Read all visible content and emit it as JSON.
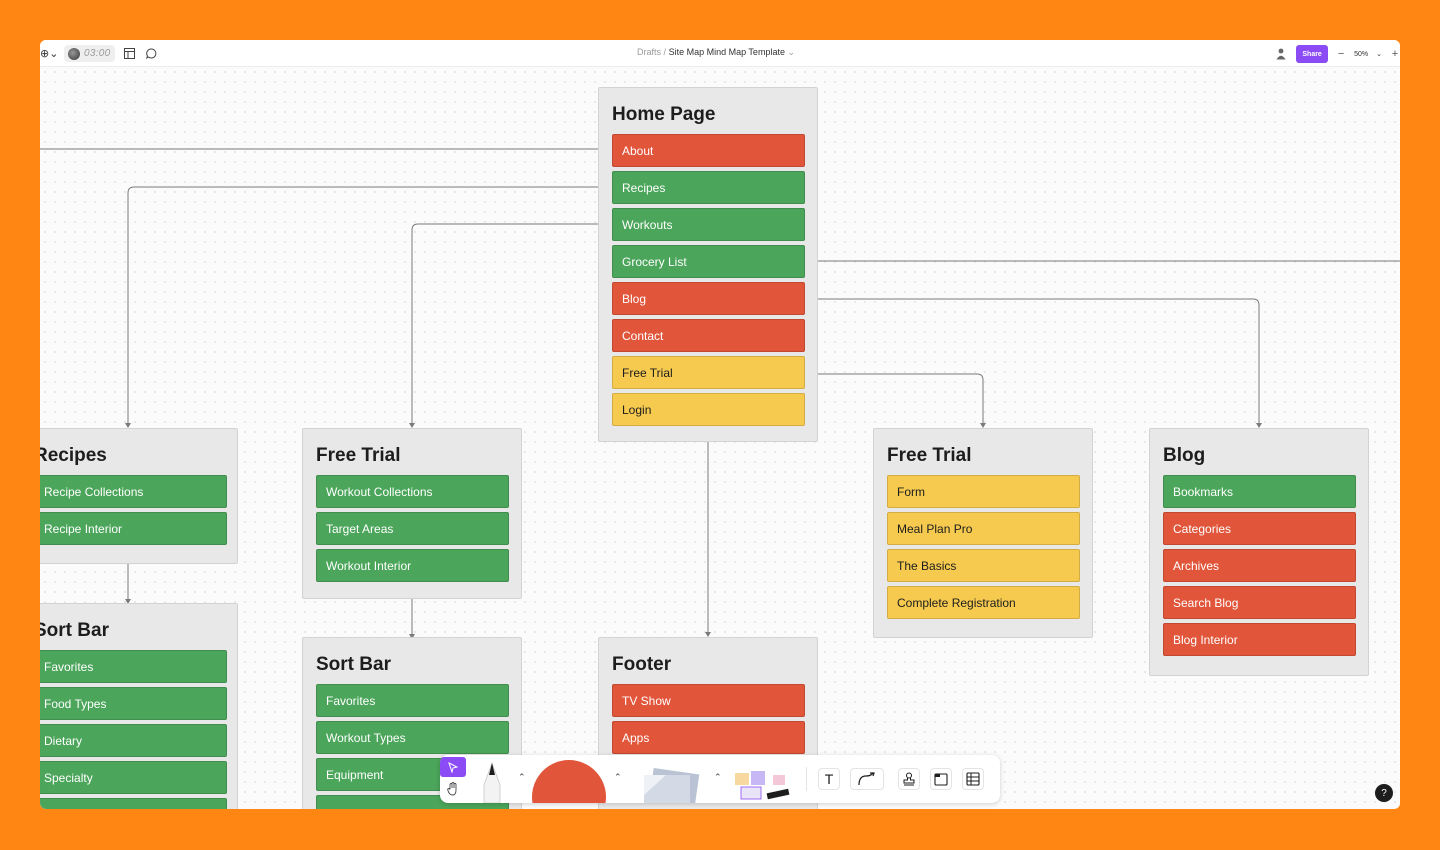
{
  "topbar": {
    "timer": "03:00",
    "breadcrumb_parent": "Drafts",
    "breadcrumb_sep": "/",
    "file_name": "Site Map Mind Map Template",
    "share_label": "Share",
    "zoom": "50%",
    "zoom_out": "−",
    "zoom_in": "+"
  },
  "cards": {
    "home": {
      "title": "Home Page",
      "items": [
        {
          "label": "About",
          "color": "red"
        },
        {
          "label": "Recipes",
          "color": "green"
        },
        {
          "label": "Workouts",
          "color": "green"
        },
        {
          "label": "Grocery List",
          "color": "green"
        },
        {
          "label": "Blog",
          "color": "red"
        },
        {
          "label": "Contact",
          "color": "red"
        },
        {
          "label": "Free Trial",
          "color": "yellow"
        },
        {
          "label": "Login",
          "color": "yellow"
        }
      ]
    },
    "recipes": {
      "title": "Recipes",
      "items": [
        {
          "label": "Recipe Collections",
          "color": "green"
        },
        {
          "label": "Recipe Interior",
          "color": "green"
        }
      ]
    },
    "sort_bar_left": {
      "title": "Sort Bar",
      "items": [
        {
          "label": "Favorites",
          "color": "green"
        },
        {
          "label": "Food Types",
          "color": "green"
        },
        {
          "label": "Dietary",
          "color": "green"
        },
        {
          "label": "Specialty",
          "color": "green"
        },
        {
          "label": "",
          "color": "green"
        }
      ]
    },
    "free_trial_workouts": {
      "title": "Free Trial",
      "items": [
        {
          "label": "Workout Collections",
          "color": "green"
        },
        {
          "label": "Target Areas",
          "color": "green"
        },
        {
          "label": "Workout Interior",
          "color": "green"
        }
      ]
    },
    "sort_bar_mid": {
      "title": "Sort Bar",
      "items": [
        {
          "label": "Favorites",
          "color": "green"
        },
        {
          "label": "Workout Types",
          "color": "green"
        },
        {
          "label": "Equipment",
          "color": "green"
        },
        {
          "label": "",
          "color": "green"
        }
      ]
    },
    "footer": {
      "title": "Footer",
      "items": [
        {
          "label": "TV Show",
          "color": "red"
        },
        {
          "label": "Apps",
          "color": "red"
        },
        {
          "label": "",
          "color": "red"
        }
      ]
    },
    "free_trial_signup": {
      "title": "Free Trial",
      "items": [
        {
          "label": "Form",
          "color": "yellow"
        },
        {
          "label": "Meal Plan Pro",
          "color": "yellow"
        },
        {
          "label": "The Basics",
          "color": "yellow"
        },
        {
          "label": "Complete Registration",
          "color": "yellow"
        }
      ]
    },
    "blog": {
      "title": "Blog",
      "items": [
        {
          "label": "Bookmarks",
          "color": "green"
        },
        {
          "label": "Categories",
          "color": "red"
        },
        {
          "label": "Archives",
          "color": "red"
        },
        {
          "label": "Search Blog",
          "color": "red"
        },
        {
          "label": "Blog Interior",
          "color": "red"
        }
      ]
    }
  },
  "help_label": "?",
  "colors": {
    "accent": "#8B4CF6",
    "green": "#4BA55A",
    "red": "#E1553A",
    "yellow": "#F6CA4F",
    "background": "#FF8613"
  },
  "icons": [
    "figma-logo-icon",
    "avatar-icon",
    "layout-icon",
    "comment-icon",
    "chevron-down-icon",
    "user-icon",
    "cursor-icon",
    "hand-icon",
    "pen-icon",
    "shape-icon",
    "sticky-note-icon",
    "sticker-icon",
    "text-icon",
    "connector-icon",
    "stamp-icon",
    "section-icon",
    "table-icon",
    "help-icon"
  ]
}
